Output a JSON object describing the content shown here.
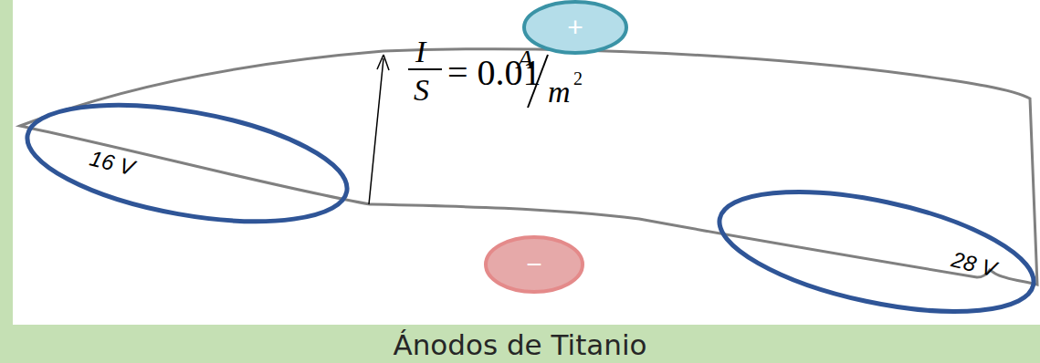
{
  "diagram": {
    "caption": "Ánodos de Titanio",
    "nodes": [
      {
        "text": [
          "+"
        ]
      },
      {
        "text": [
          "16 V"
        ]
      },
      {
        "text": [
          "−"
        ]
      },
      {
        "text": [
          "28 V"
        ]
      }
    ],
    "labels": [
      "I",
      "S",
      "= 0.01",
      "A",
      "m",
      "2"
    ]
  }
}
